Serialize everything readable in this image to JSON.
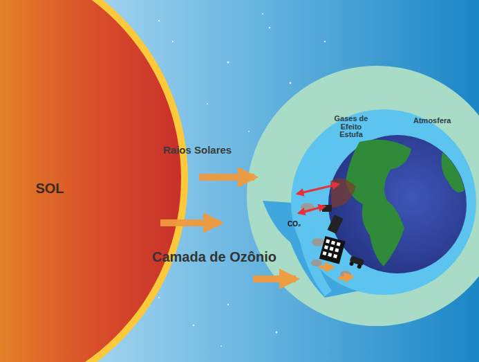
{
  "diagram": {
    "nodes": [
      {
        "text": [
          "SOL"
        ]
      }
    ],
    "labels": [
      "Raios Solares",
      "Camada de Ozônio",
      "Gases de Efeito Estufa",
      "Atmosfera",
      "CO₂"
    ]
  }
}
